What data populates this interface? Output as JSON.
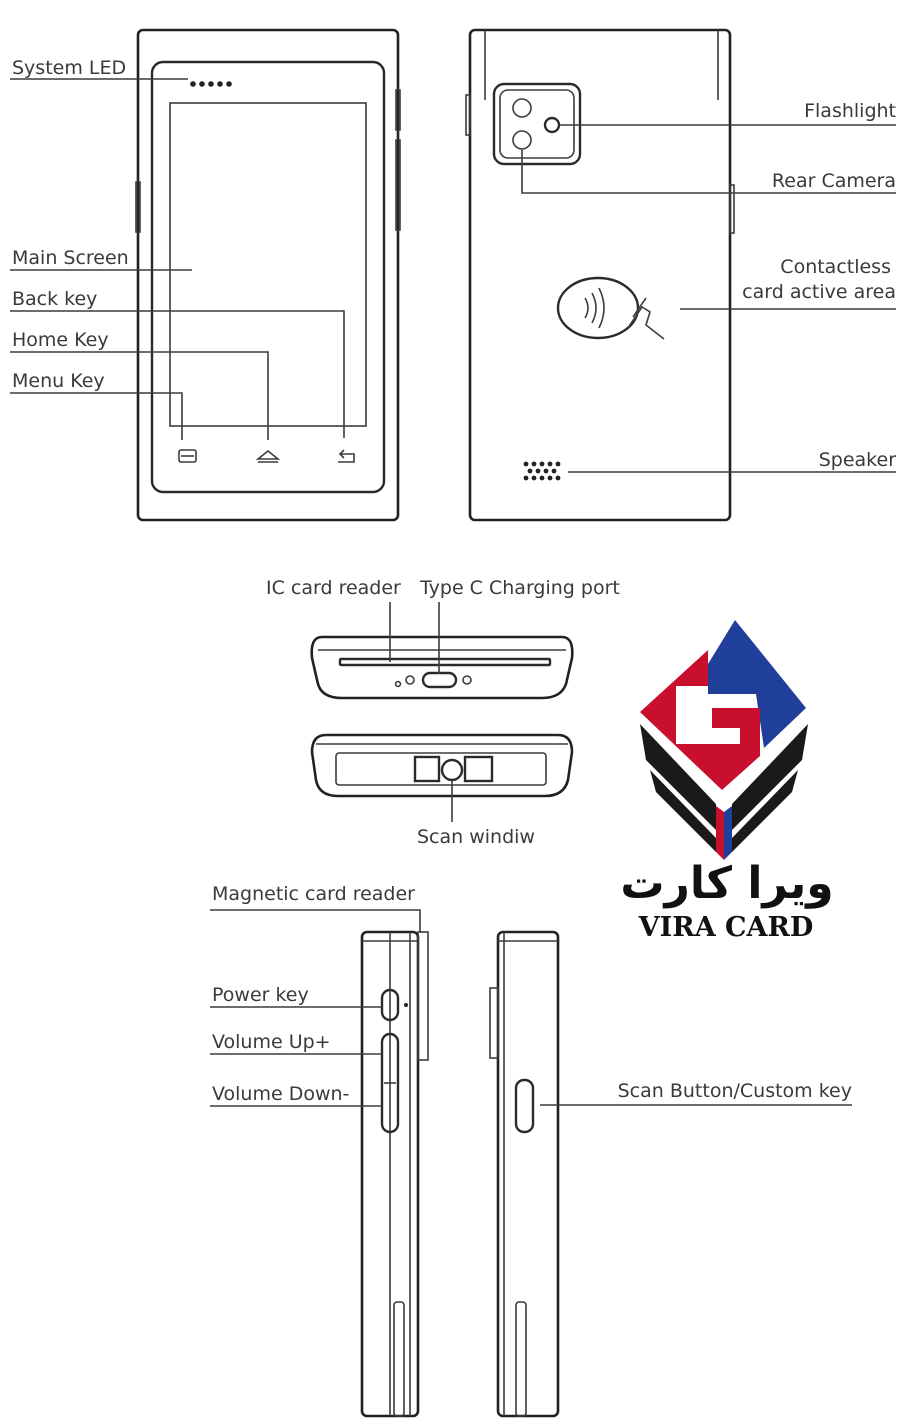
{
  "labels": {
    "system_led": "System LED",
    "main_screen": "Main Screen",
    "back_key": "Back key",
    "home_key": "Home Key",
    "menu_key": "Menu Key",
    "flashlight": "Flashlight",
    "rear_camera": "Rear Camera",
    "contactless_line1": "Contactless",
    "contactless_line2": "card active area",
    "speaker": "Speaker",
    "ic_card_reader": "IC card reader",
    "type_c_port": "Type C Charging port",
    "scan_window": "Scan windiw",
    "magnetic_card_reader": "Magnetic card reader",
    "power_key": "Power key",
    "volume_up": "Volume Up+",
    "volume_down": "Volume Down-",
    "scan_button": "Scan Button/Custom key"
  },
  "brand": {
    "name_fa": "ویرا کارت",
    "name_en": "VIRA CARD",
    "colors": {
      "red": "#c8102e",
      "blue": "#1f3f9a",
      "black": "#1a1a1a"
    }
  }
}
